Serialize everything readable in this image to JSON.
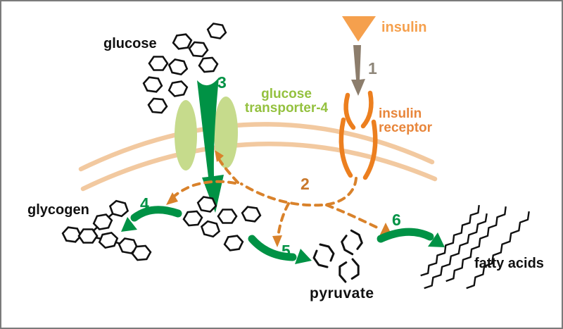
{
  "title": "Insulin signaling and glucose metabolism diagram",
  "labels": {
    "glucose": "glucose",
    "insulin": "insulin",
    "transporter_line1": "glucose",
    "transporter_line2": "transporter-4",
    "receptor_line1": "insulin",
    "receptor_line2": "receptor",
    "glycogen": "glycogen",
    "pyruvate": "pyruvate",
    "fatty_acids": "fatty acids"
  },
  "steps": {
    "s1": "1",
    "s2": "2",
    "s3": "3",
    "s4": "4",
    "s5": "5",
    "s6": "6"
  },
  "colors": {
    "green": "#009245",
    "lightgreen": "#c6db8c",
    "textgreen": "#94c13f",
    "orange": "#ec7f1f",
    "textorange": "#e8863b",
    "insulinorange": "#f5a04d",
    "dashorange": "#d9822b",
    "step2orange": "#c9782a",
    "peach": "#f2c9a0",
    "gray": "#8c7d6c",
    "step1gray": "#8e8679"
  }
}
